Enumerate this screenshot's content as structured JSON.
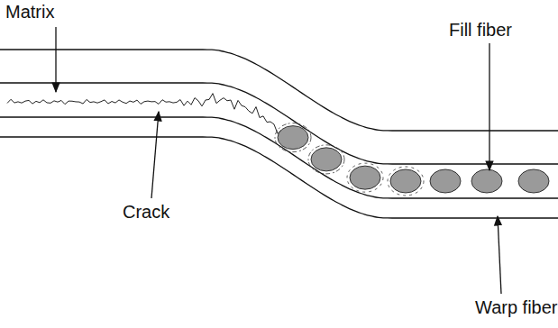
{
  "diagram": {
    "labels": [
      "Matrix",
      "Crack",
      "Fill fiber",
      "Warp fiber"
    ]
  }
}
